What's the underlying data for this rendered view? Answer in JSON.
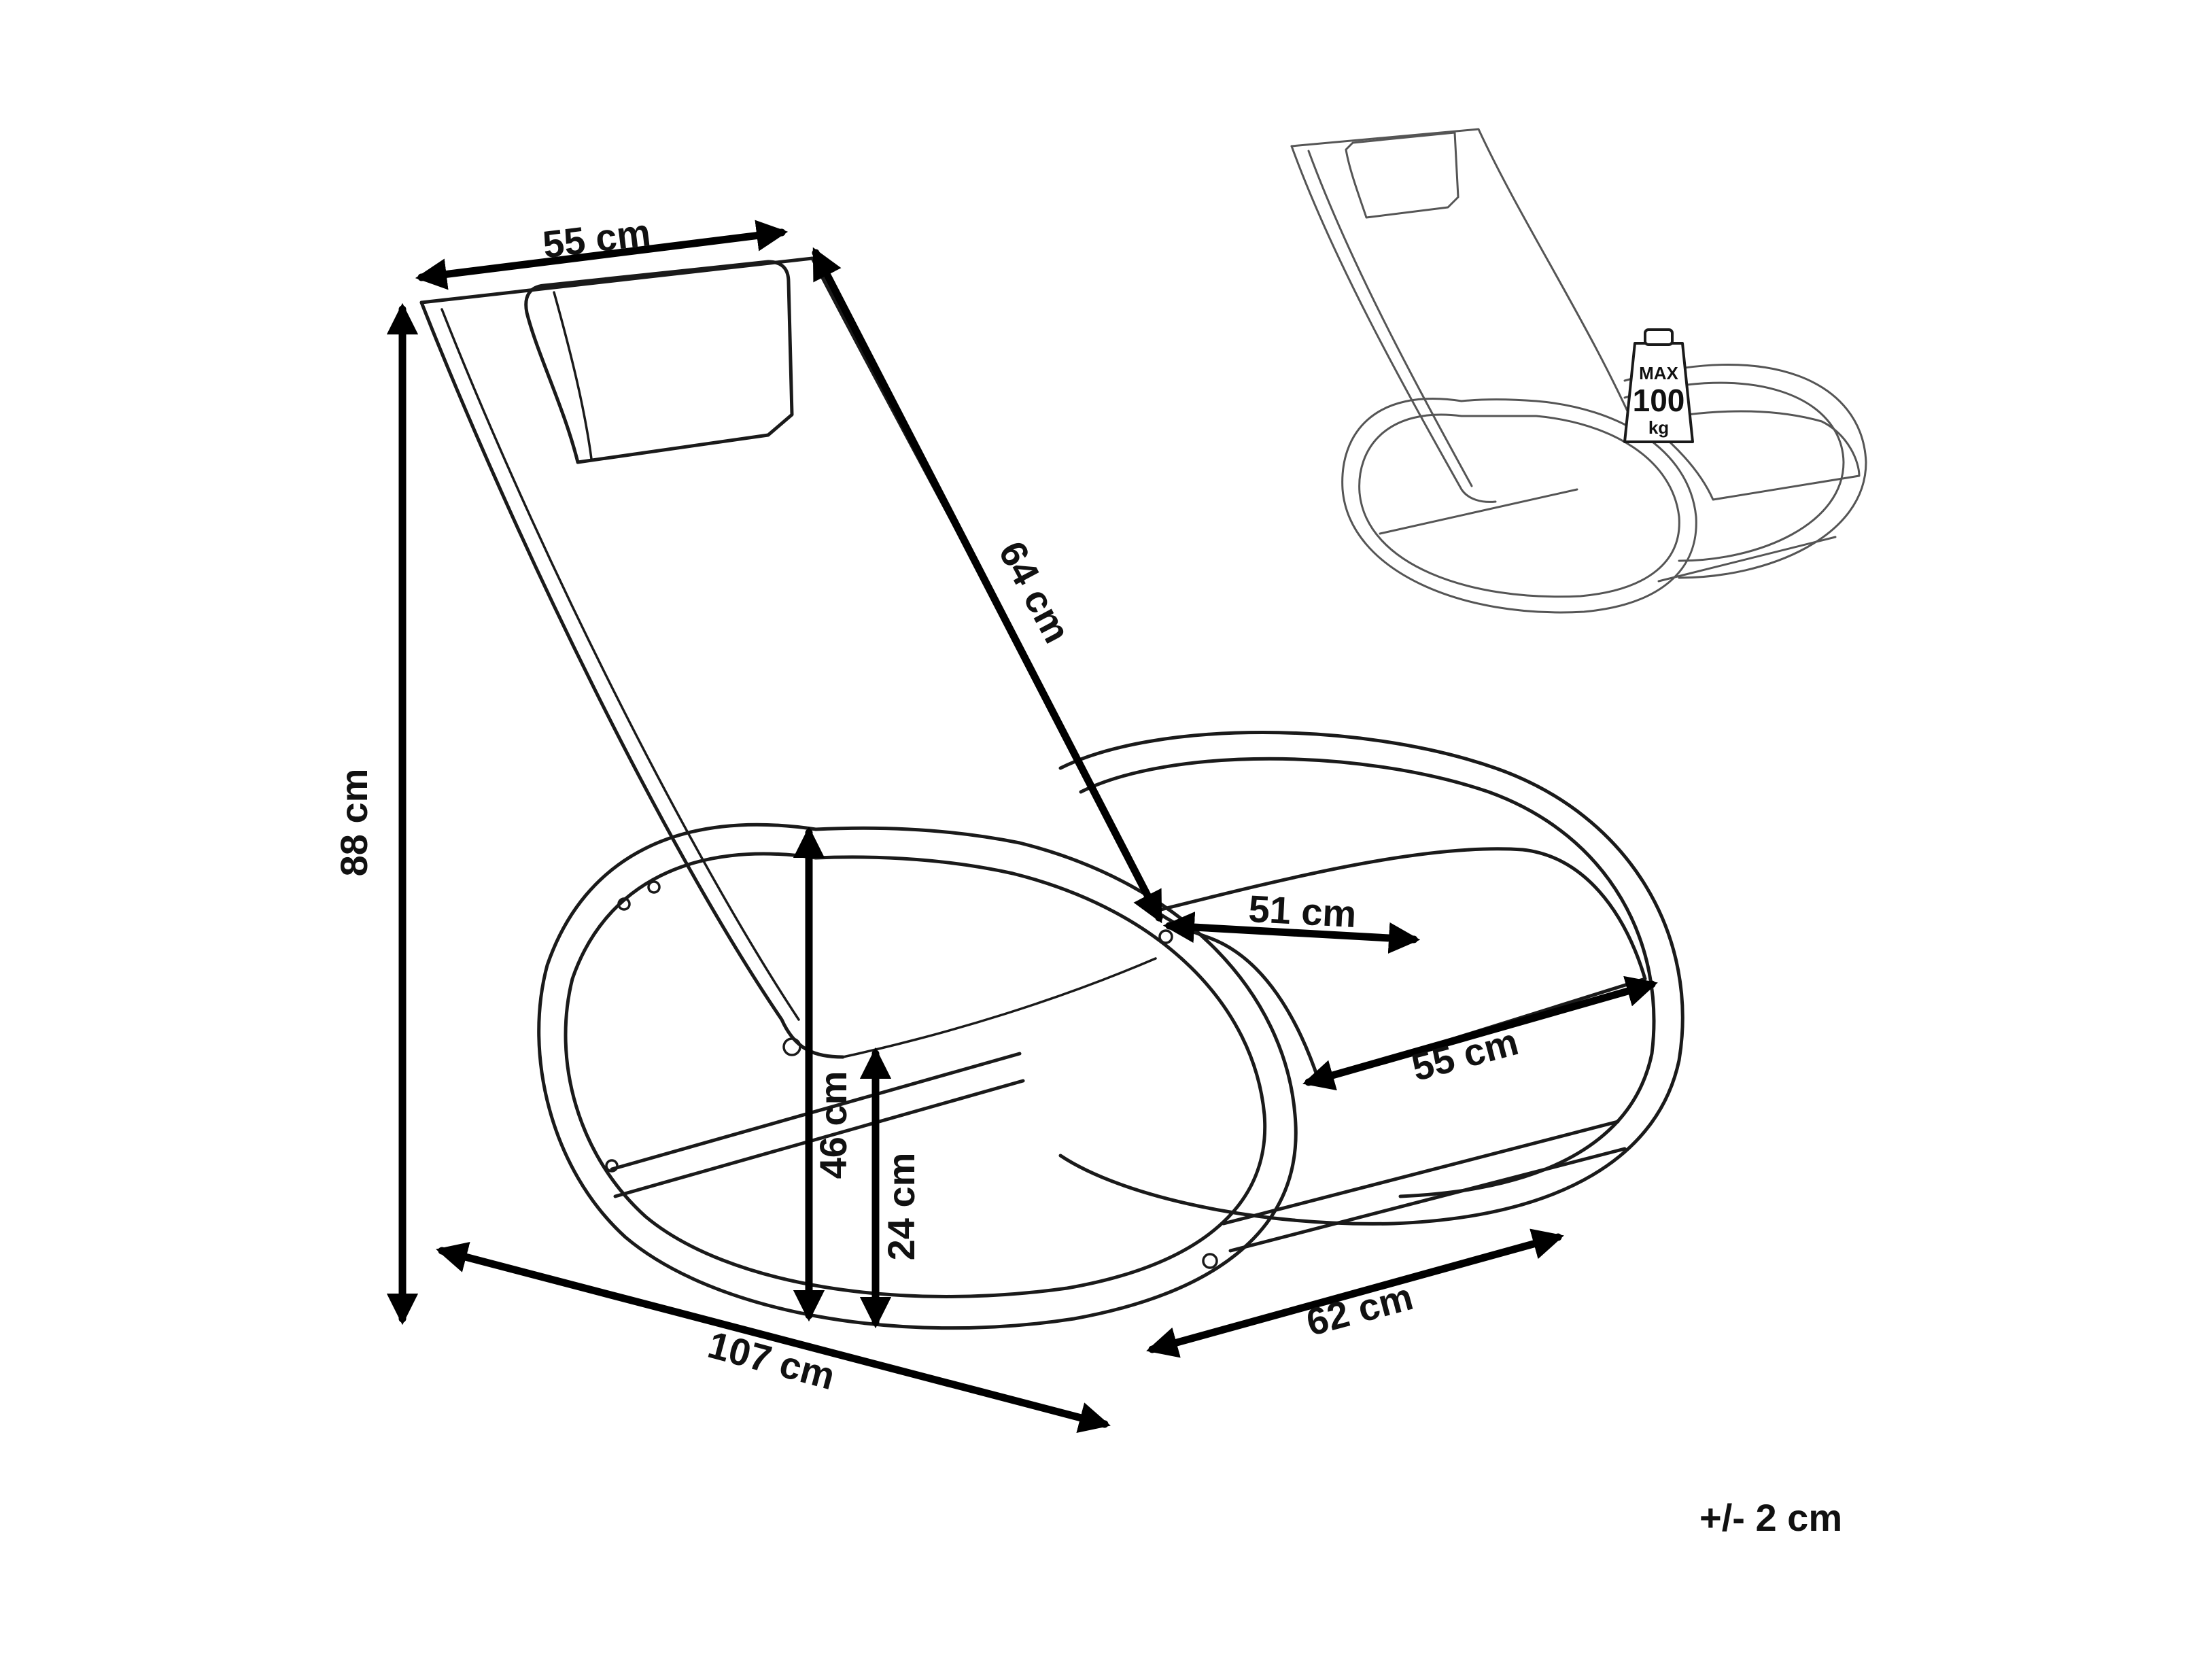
{
  "dimensions": {
    "top_width": "55 cm",
    "back_length": "64 cm",
    "height": "88 cm",
    "seat_height": "46 cm",
    "ground_clearance": "24 cm",
    "seat_depth": "51 cm",
    "seat_width": "55 cm",
    "length": "107 cm",
    "width": "62 cm"
  },
  "badge": {
    "line1": "MAX",
    "line2": "100",
    "line3": "kg"
  },
  "tolerance": "+/- 2 cm",
  "colors": {
    "line": "#1a1a1a",
    "arrow": "#000000",
    "background": "#ffffff"
  }
}
